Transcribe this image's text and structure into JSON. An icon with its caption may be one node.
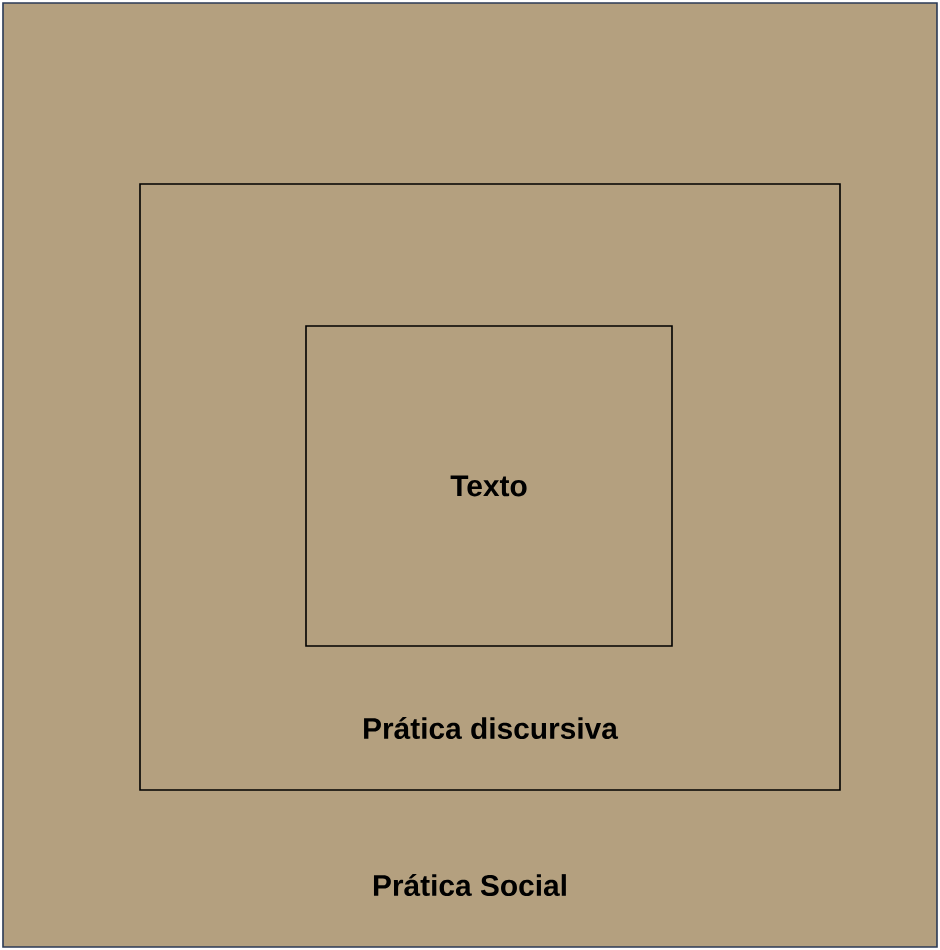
{
  "diagram": {
    "nodes": [
      {
        "text": [
          "Prática Social"
        ]
      },
      {
        "text": [
          "Prática discursiva"
        ],
        "in": 0
      },
      {
        "text": [
          "Texto"
        ],
        "in": 1
      }
    ]
  }
}
